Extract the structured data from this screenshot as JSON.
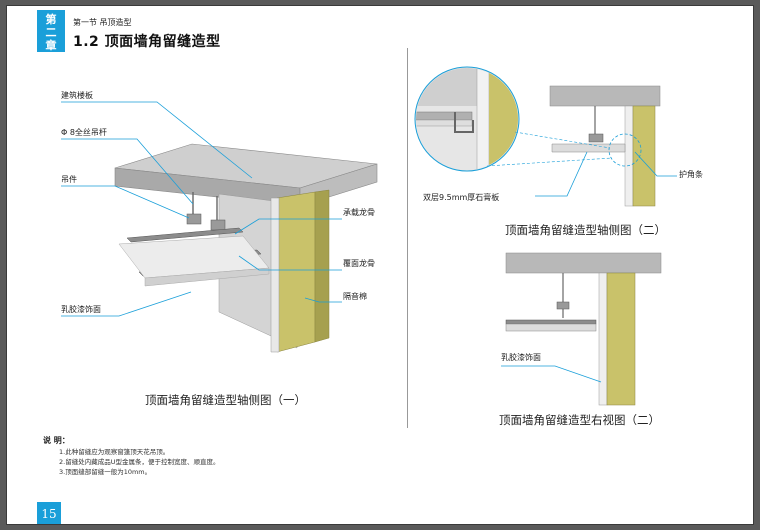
{
  "header": {
    "chapter_line1": "第",
    "chapter_line2": "二",
    "chapter_line3": "章",
    "section": "第一节  吊顶造型",
    "title": "1.2  顶面墙角留缝造型"
  },
  "figure1": {
    "caption": "顶面墙角留缝造型轴侧图（一）",
    "labels": {
      "slab": "建筑楼板",
      "rod": "Φ 8全丝吊杆",
      "hanger": "吊件",
      "main_keel": "承载龙骨",
      "cover_keel": "覆面龙骨",
      "insulation": "隔音棉",
      "finish": "乳胶漆饰面"
    }
  },
  "figure2": {
    "caption": "顶面墙角留缝造型轴侧图（二）",
    "labels": {
      "corner": "护角条",
      "board": "双层9.5mm厚石膏板"
    }
  },
  "figure3": {
    "caption": "顶面墙角留缝造型右视图（二）",
    "labels": {
      "finish": "乳胶漆饰面"
    }
  },
  "notes": {
    "title": "说  明：",
    "items": [
      "1.此种留缝应为观察窗篷顶天花吊顶。",
      "2.留缝处内藏成品U型金属条，便于控制宽度、顺直度。",
      "3.顶面缝部留缝一般为10mm。"
    ]
  },
  "page_number": "15",
  "colors": {
    "accent": "#1a9fd9",
    "leader_line": "#1a9fd9",
    "concrete": "#b8b8b8",
    "insulation": "#c9c26a"
  }
}
